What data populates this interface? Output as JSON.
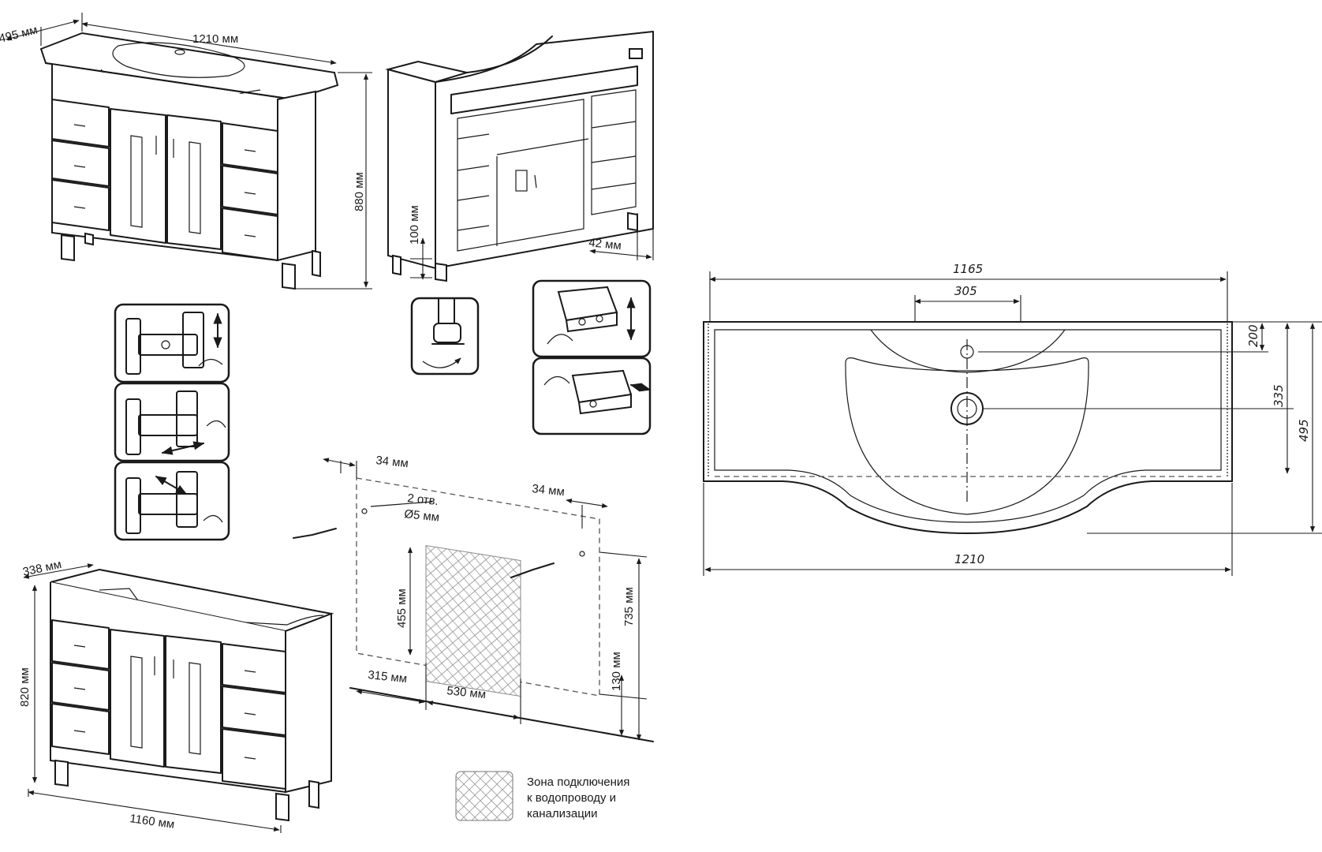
{
  "cabinet_full": {
    "width": "1210 мм",
    "depth": "495 мм",
    "height": "880 мм"
  },
  "cabinet_open": {
    "plinth": "100 мм",
    "offset": "42 мм"
  },
  "cabinet_body": {
    "width": "1160 мм",
    "depth": "338 мм",
    "height": "820 мм"
  },
  "wall": {
    "left_margin": "34 мм",
    "right_margin": "34 мм",
    "holes_line1": "2 отв.",
    "holes_line2": "Ø5 мм",
    "zone_height": "455 мм",
    "total_height": "735 мм",
    "floor_offset": "130 мм",
    "left_offset": "315 мм",
    "zone_width": "530 мм"
  },
  "basin": {
    "width_inner": "1165",
    "tap_width": "305",
    "hole_depth": "200",
    "drain_depth": "335",
    "depth": "495",
    "width": "1210"
  },
  "legend": {
    "line1": "Зона подключения",
    "line2": "к водопроводу и",
    "line3": "канализации"
  }
}
